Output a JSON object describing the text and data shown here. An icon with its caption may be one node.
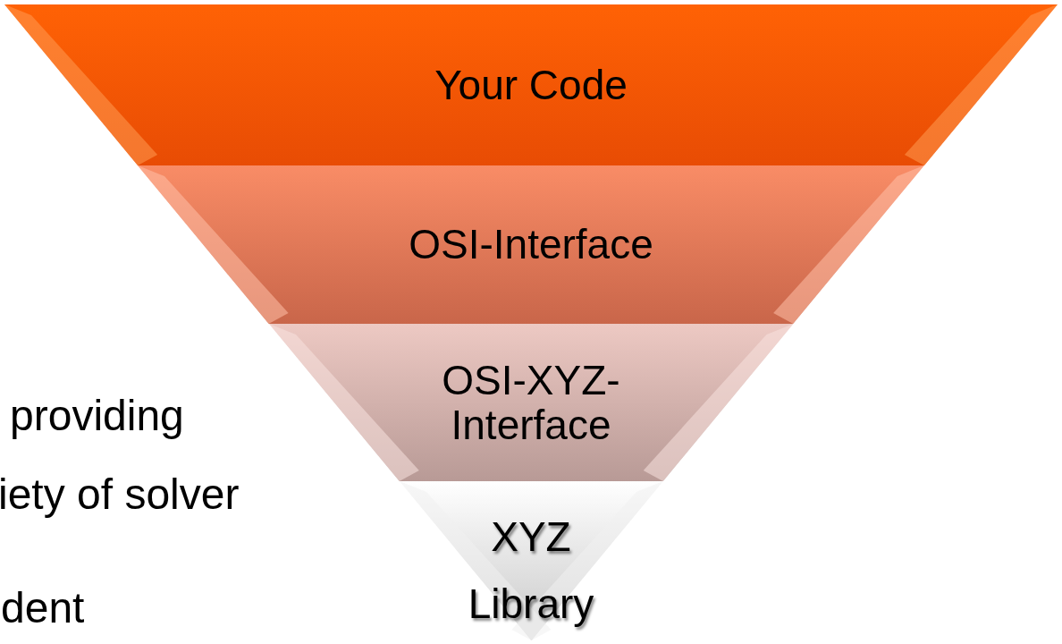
{
  "diagram": {
    "nodes": [
      {
        "text": [
          "Your Code"
        ]
      },
      {
        "text": [
          "OSI-Interface"
        ]
      },
      {
        "text": [
          "OSI-XYZ-Interface"
        ]
      },
      {
        "text": [
          "XYZ Library"
        ]
      }
    ],
    "labels": [
      "providing",
      "iety of solver",
      "dent"
    ]
  }
}
